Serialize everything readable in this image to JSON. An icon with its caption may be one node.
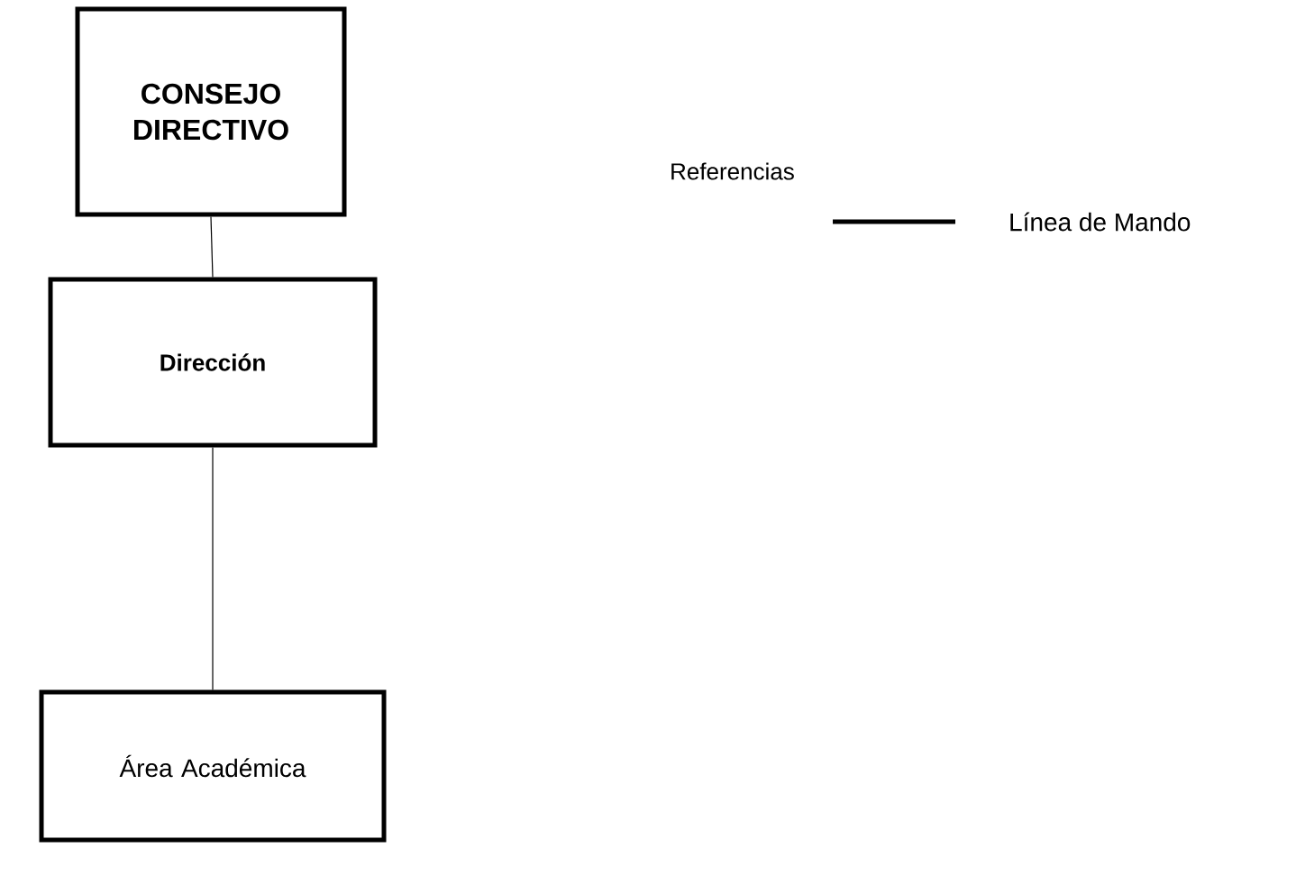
{
  "diagram": {
    "nodes": [
      {
        "text": [
          "CONSEJO DIRECTIVO"
        ]
      },
      {
        "text": [
          "Dirección"
        ]
      },
      {
        "text": [
          "Área Académica"
        ]
      }
    ],
    "edges": [
      {
        "from": 0,
        "to": 1,
        "arrow": "none"
      },
      {
        "from": 1,
        "to": 2,
        "arrow": "none"
      }
    ],
    "labels": [
      "Referencias"
    ],
    "legend": [
      {
        "text": "Línea de Mando"
      }
    ]
  }
}
